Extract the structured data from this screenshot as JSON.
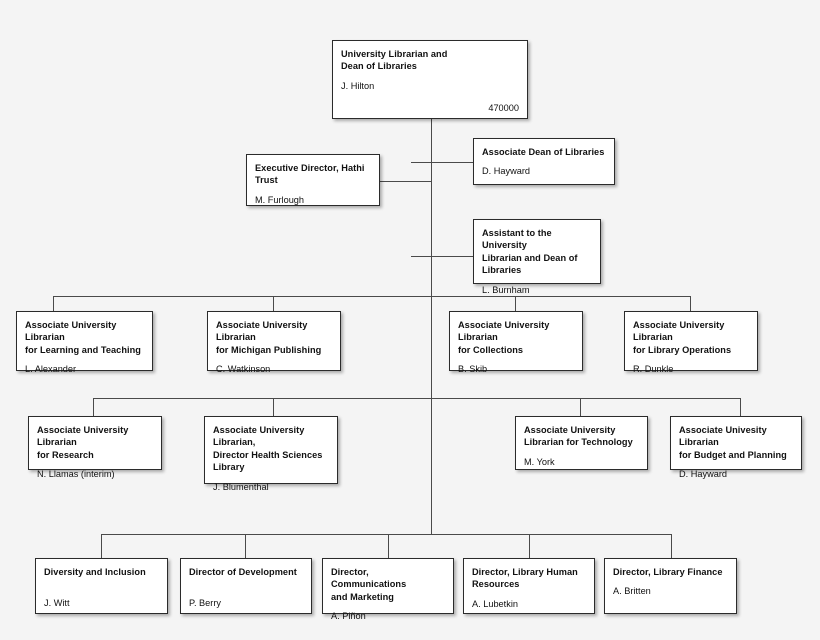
{
  "chart": {
    "type": "org-chart",
    "background_color": "#f4f4f4",
    "box_fill": "#ffffff",
    "box_border": "#2b2b2b",
    "line_color": "#4a4a4a"
  },
  "nodes": {
    "root": {
      "title": "University Librarian and\nDean of Libraries",
      "person": "J. Hilton",
      "code": "470000"
    },
    "associate_dean": {
      "title": "Associate Dean of Libraries",
      "person": "D. Hayward"
    },
    "hathi_trust": {
      "title": "Executive Director, Hathi\nTrust",
      "person": "M. Furlough"
    },
    "assistant": {
      "title": "Assistant to the University\nLibrarian and Dean of\nLibraries",
      "person": "L. Burnham"
    },
    "row3": [
      {
        "title": "Associate University Librarian\nfor Learning and Teaching",
        "person": "L. Alexander"
      },
      {
        "title": "Associate University Librarian\nfor Michigan Publishing",
        "person": "C. Watkinson"
      },
      {
        "title": "Associate University Librarian\nfor Collections",
        "person": "B. Skib"
      },
      {
        "title": "Associate University Librarian\nfor Library Operations",
        "person": "R. Dunkle"
      }
    ],
    "row4": [
      {
        "title": "Associate University Librarian\nfor Research",
        "person": "N. Llamas (interim)"
      },
      {
        "title": "Associate University Librarian,\nDirector Health Sciences\nLibrary",
        "person": "J. Blumenthal"
      },
      {
        "title": "Associate University\nLibrarian for Technology",
        "person": "M. York"
      },
      {
        "title": "Associate Univesity Librarian\nfor Budget and Planning",
        "person": "D. Hayward"
      }
    ],
    "row5": [
      {
        "title": "Diversity and Inclusion",
        "person": "J. Witt"
      },
      {
        "title": "Director of Development",
        "person": "P. Berry"
      },
      {
        "title": "Director, Communications\nand Marketing",
        "person": "A. Piñon"
      },
      {
        "title": "Director, Library Human\nResources",
        "person": "A. Lubetkin"
      },
      {
        "title": "Director, Library Finance",
        "person": "A. Britten"
      }
    ]
  }
}
